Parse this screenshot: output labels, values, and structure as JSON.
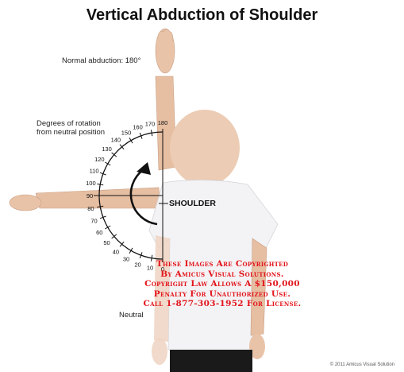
{
  "title": "Vertical Abduction of Shoulder",
  "labels": {
    "normal": "Normal abduction: 180°",
    "degrees_line1": "Degrees of rotation",
    "degrees_line2": "from neutral position",
    "shoulder": "SHOULDER",
    "neutral": "Neutral"
  },
  "scale_ticks": [
    "0",
    "10",
    "20",
    "30",
    "40",
    "50",
    "60",
    "70",
    "80",
    "90",
    "100",
    "110",
    "120",
    "130",
    "140",
    "150",
    "160",
    "170",
    "180"
  ],
  "copyright_lines": [
    "These Images Are Copyrighted",
    "By Amicus Visual Solutions.",
    "Copyright Law Allows A $150,000",
    "Penalty For Unauthorized Use.",
    "Call 1-877-303-1952 For License."
  ],
  "credit": "© 2011 Amicus Visual Solution",
  "colors": {
    "watermark": "#e3141b",
    "skin": "#e9c3a8",
    "shirt": "#f3f3f5",
    "pants": "#1a1a1a"
  }
}
